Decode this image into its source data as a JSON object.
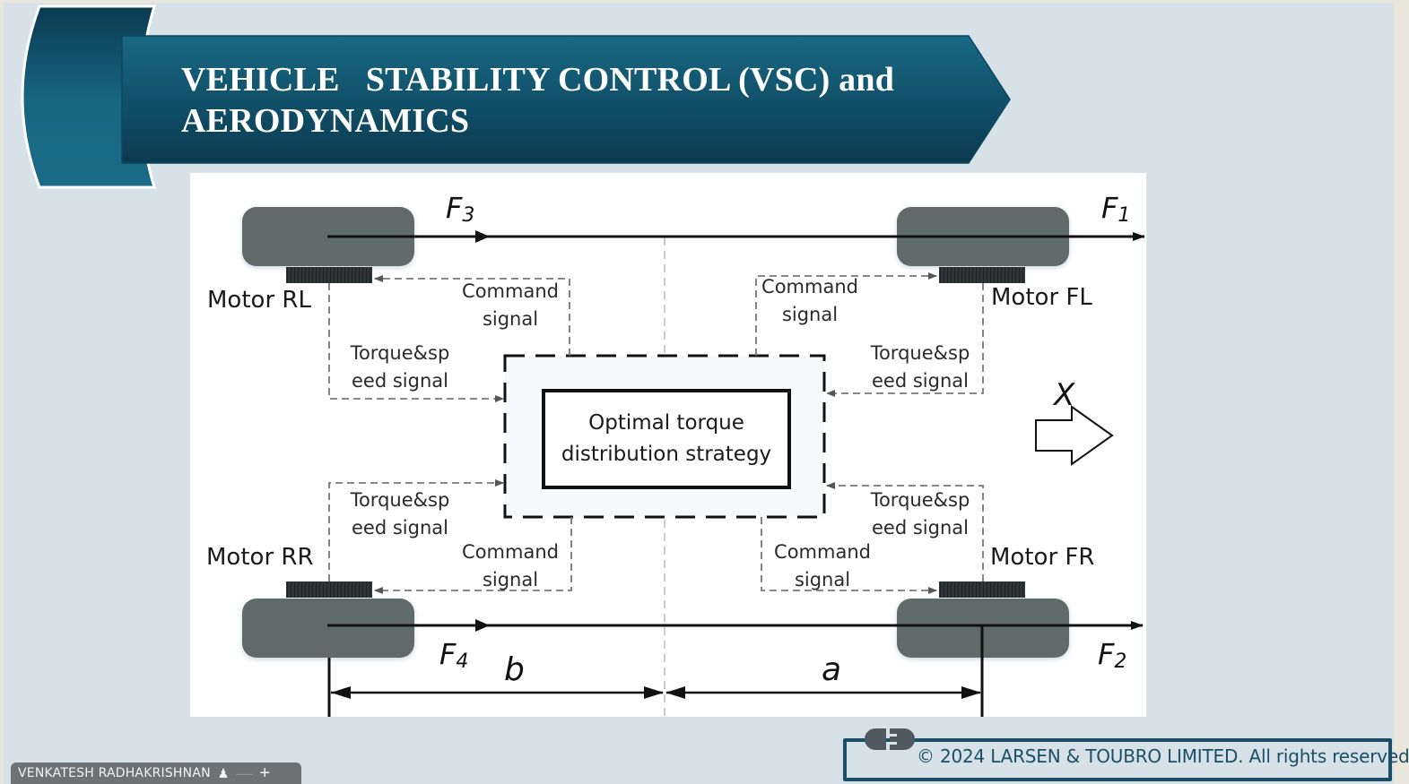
{
  "slide": {
    "title_line1": "VEHICLE   STABILITY CONTROL (VSC) and",
    "title_line2": "AERODYNAMICS",
    "colors": {
      "banner_top": "#186884",
      "banner_bottom": "#0b3a50",
      "background": "#d6e2e8",
      "footer_accent": "#1c4f66"
    }
  },
  "diagram": {
    "motors": {
      "rl": "Motor RL",
      "fl": "Motor FL",
      "rr": "Motor RR",
      "fr": "Motor FR"
    },
    "forces": {
      "f1": {
        "base": "F",
        "sub": "1"
      },
      "f2": {
        "base": "F",
        "sub": "2"
      },
      "f3": {
        "base": "F",
        "sub": "3"
      },
      "f4": {
        "base": "F",
        "sub": "4"
      }
    },
    "signals": {
      "command": [
        "Command",
        "signal"
      ],
      "torque_speed": [
        "Torque&sp",
        "eed signal"
      ]
    },
    "controller": {
      "line1": "Optimal torque",
      "line2": "distribution strategy"
    },
    "direction_label": "X",
    "dimensions": {
      "rear": "b",
      "front": "a"
    }
  },
  "footer": {
    "copyright": "© 2024 LARSEN & TOUBRO LIMITED. All rights reserved"
  },
  "presenter_bar": {
    "name": "VENKATESH RADHAKRISHNAN",
    "icons": [
      "presenter-help-icon",
      "minimize-icon",
      "add-icon"
    ]
  }
}
